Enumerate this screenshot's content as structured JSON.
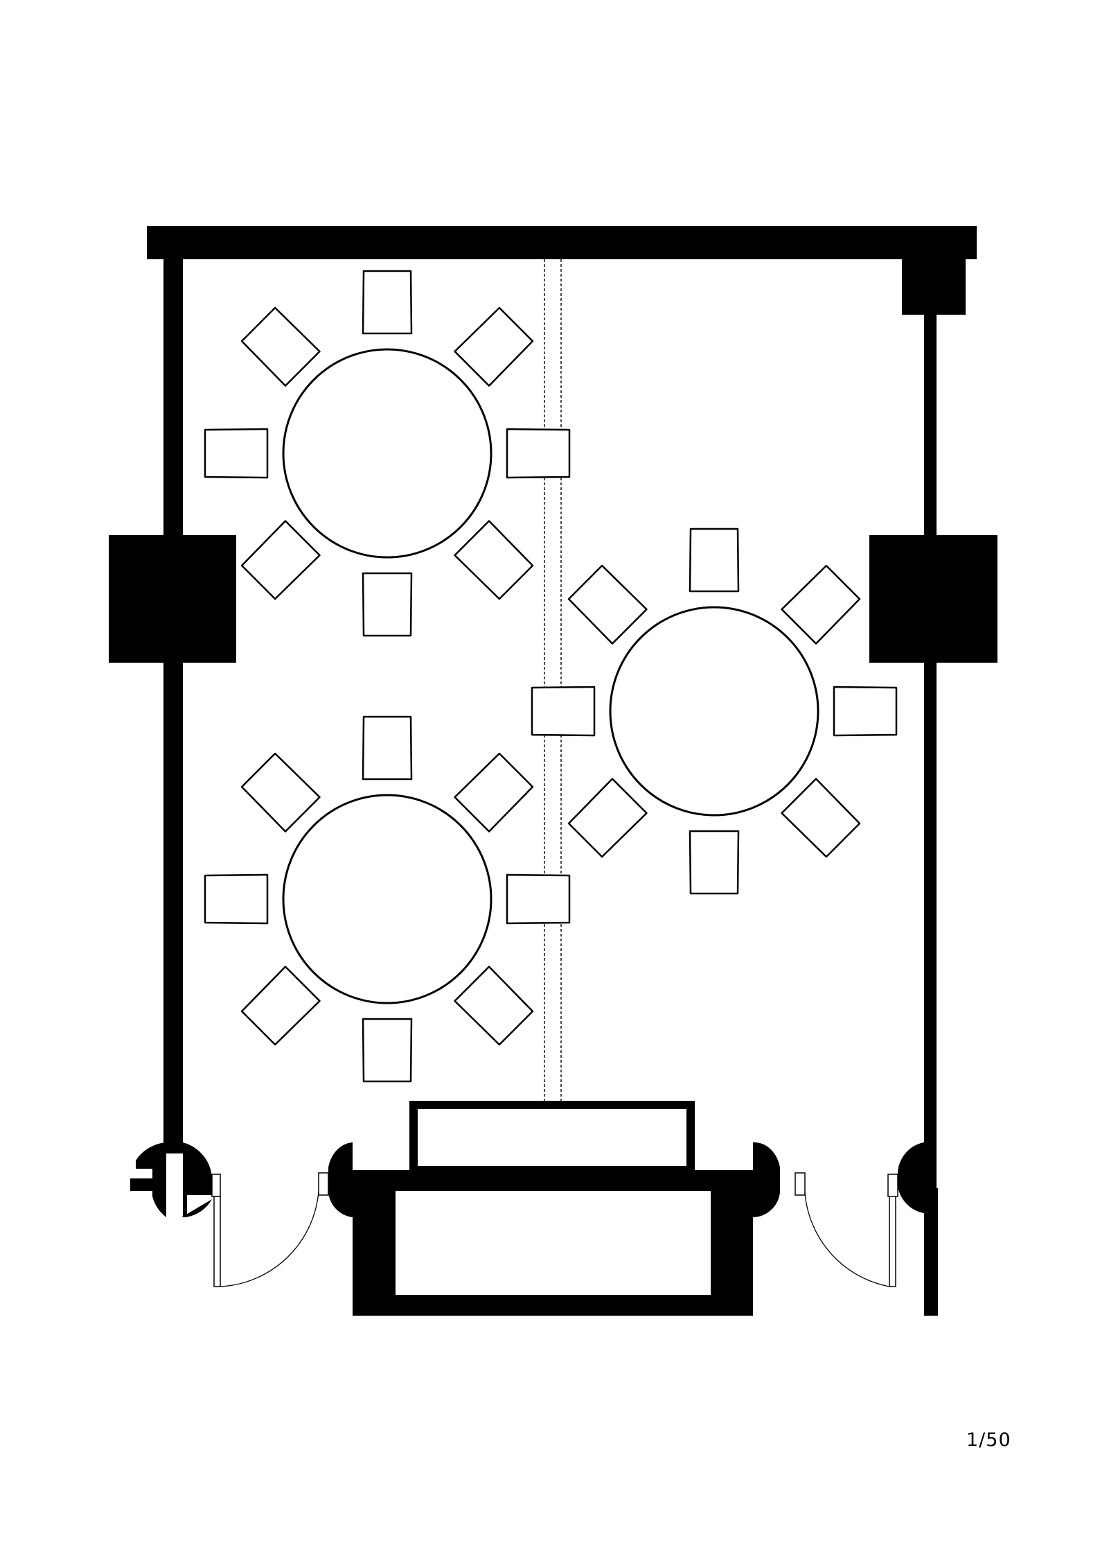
{
  "drawing": {
    "scale_label": "1/50",
    "ink_color": "#000000",
    "paper_color": "#ffffff"
  },
  "tables": [
    {
      "name": "round-table-top-left",
      "chairs": 8
    },
    {
      "name": "round-table-bottom-left",
      "chairs": 8
    },
    {
      "name": "round-table-right",
      "chairs": 8
    }
  ]
}
